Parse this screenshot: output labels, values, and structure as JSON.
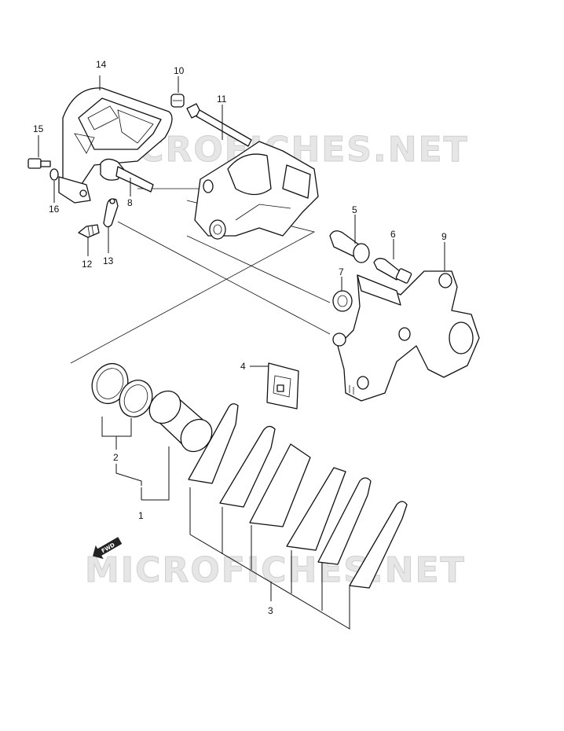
{
  "watermark": "MICROFICHES.NET",
  "direction_label": "FWD",
  "callouts": {
    "p1": "1",
    "p2": "2",
    "p3": "3",
    "p4": "4",
    "p5": "5",
    "p6": "6",
    "p7": "7",
    "p8": "8",
    "p9": "9",
    "p10": "10",
    "p11": "11",
    "p12": "12",
    "p13": "13",
    "p14": "14",
    "p15": "15",
    "p16": "16"
  }
}
